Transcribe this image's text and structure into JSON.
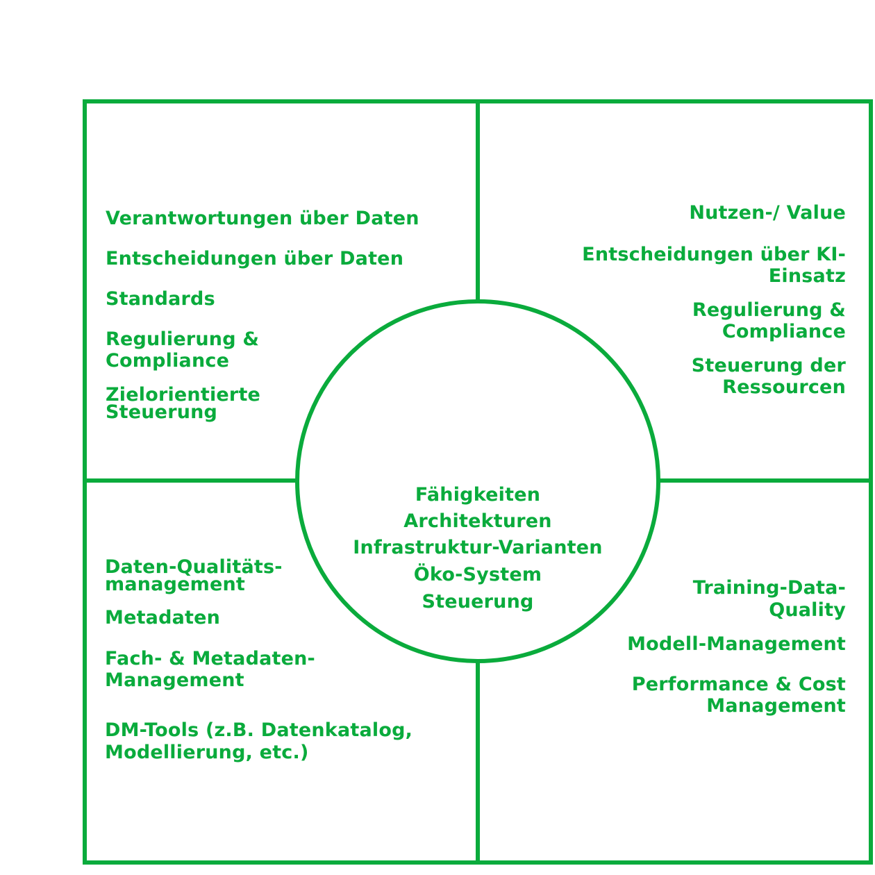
{
  "colors": {
    "accent": "#0aab3c",
    "background": "#ffffff"
  },
  "quadrants": {
    "top_left": {
      "items": [
        "Verantwortungen über Daten",
        "Entscheidungen über Daten",
        "Standards",
        "Regulierung &",
        "Compliance",
        "Zielorientierte",
        "Steuerung"
      ]
    },
    "top_right": {
      "items": [
        "Nutzen-/ Value",
        "Entscheidungen über KI-",
        "Einsatz",
        "Regulierung &",
        "Compliance",
        "Steuerung der",
        "Ressourcen"
      ]
    },
    "bottom_left": {
      "items": [
        "Daten-Qualitäts-",
        "management",
        "Metadaten",
        "Fach- & Metadaten-",
        "Management",
        "DM-Tools (z.B. Datenkatalog,",
        "Modellierung, etc.)"
      ]
    },
    "bottom_right": {
      "items": [
        "Training-Data-",
        "Quality",
        "Modell-Management",
        "Performance & Cost",
        "Management"
      ]
    }
  },
  "center": {
    "items": [
      "Fähigkeiten",
      "Architekturen",
      "Infrastruktur-Varianten",
      "Öko-System",
      "Steuerung"
    ]
  }
}
